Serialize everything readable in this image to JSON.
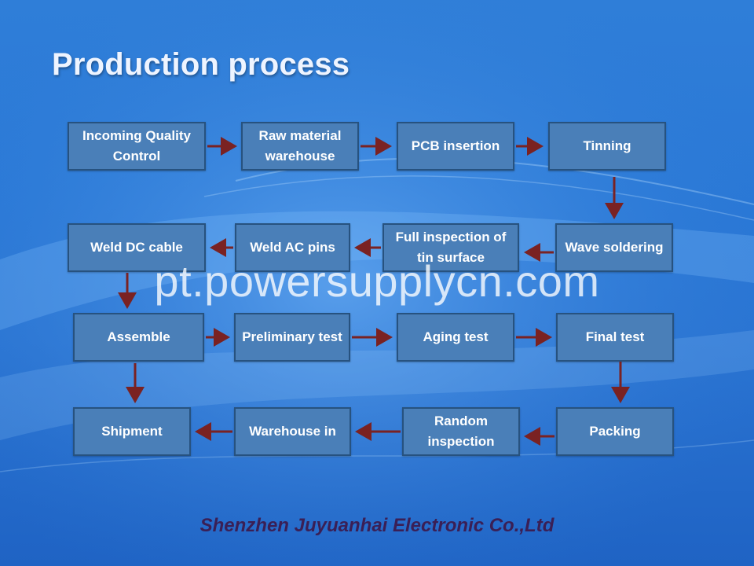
{
  "title": "Production process",
  "watermark": "pt.powersupplycn.com",
  "footer": "Shenzhen Juyuanhai Electronic Co.,Ltd",
  "colors": {
    "box_fill": "#4a7fb8",
    "box_border": "#27527f",
    "arrow": "#7a2222",
    "footer_text": "#3a1f55"
  },
  "steps": [
    {
      "label": "Incoming Quality Control"
    },
    {
      "label": "Raw material warehouse"
    },
    {
      "label": "PCB insertion"
    },
    {
      "label": "Tinning"
    },
    {
      "label": "Wave soldering"
    },
    {
      "label": "Full inspection  of tin surface"
    },
    {
      "label": "Weld AC pins"
    },
    {
      "label": "Weld DC cable"
    },
    {
      "label": "Assemble"
    },
    {
      "label": "Preliminary test"
    },
    {
      "label": "Aging test"
    },
    {
      "label": "Final test"
    },
    {
      "label": "Packing"
    },
    {
      "label": "Random inspection"
    },
    {
      "label": "Warehouse in"
    },
    {
      "label": "Shipment"
    }
  ]
}
